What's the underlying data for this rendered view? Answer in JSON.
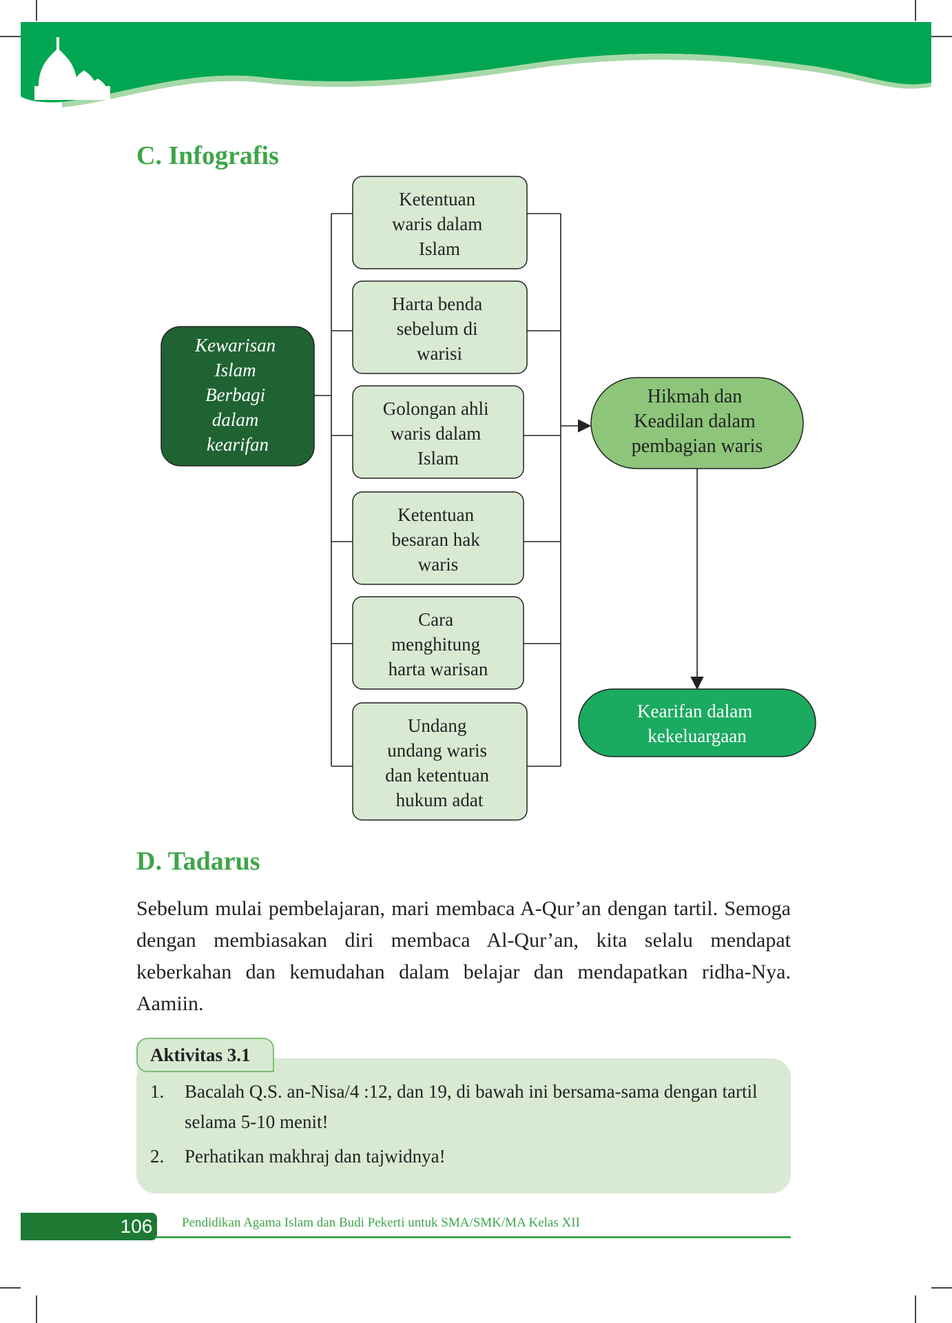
{
  "colors": {
    "header_green": "#00a651",
    "title_green": "#3fa54a",
    "dark_node": "#1f6332",
    "light_node": "#d9ead3",
    "mid_node": "#8dc67a",
    "bright_node": "#1aaa60"
  },
  "sections": {
    "infografis_title": "C. Infografis",
    "tadarus_title": "D. Tadarus"
  },
  "diagram": {
    "root": [
      "Kewarisan",
      "Islam",
      "Berbagi",
      "dalam",
      "kearifan"
    ],
    "items": [
      [
        "Ketentuan",
        "waris dalam",
        "Islam"
      ],
      [
        "Harta benda",
        "sebelum di",
        "warisi"
      ],
      [
        "Golongan ahli",
        "waris dalam",
        "Islam"
      ],
      [
        "Ketentuan",
        "besaran hak",
        "waris"
      ],
      [
        "Cara",
        "menghitung",
        "harta warisan"
      ],
      [
        "Undang",
        "undang waris",
        "dan ketentuan",
        "hukum adat"
      ]
    ],
    "result": [
      "Hikmah dan",
      "Keadilan dalam",
      "pembagian waris"
    ],
    "final": [
      "Kearifan dalam",
      "kekeluargaan"
    ]
  },
  "tadarus": {
    "paragraph": "Sebelum mulai pembelajaran, mari membaca A-Qur’an dengan tartil. Semoga dengan membiasakan diri membaca Al-Qur’an, kita selalu mendapat keberkahan dan kemudahan dalam belajar dan mendapatkan ridha-Nya. Aamiin."
  },
  "activity": {
    "label": "Aktivitas 3.1",
    "items": [
      {
        "num": "1.",
        "text": "Bacalah Q.S. an-Nisa/4 :12, dan 19, di bawah ini bersama-sama dengan tartil selama 5-10 menit!"
      },
      {
        "num": "2.",
        "text": "Perhatikan makhraj dan tajwidnya!"
      }
    ]
  },
  "footer": {
    "page_number": "106",
    "book_title": "Pendidikan Agama Islam dan Budi Pekerti untuk SMA/SMK/MA Kelas XII"
  }
}
